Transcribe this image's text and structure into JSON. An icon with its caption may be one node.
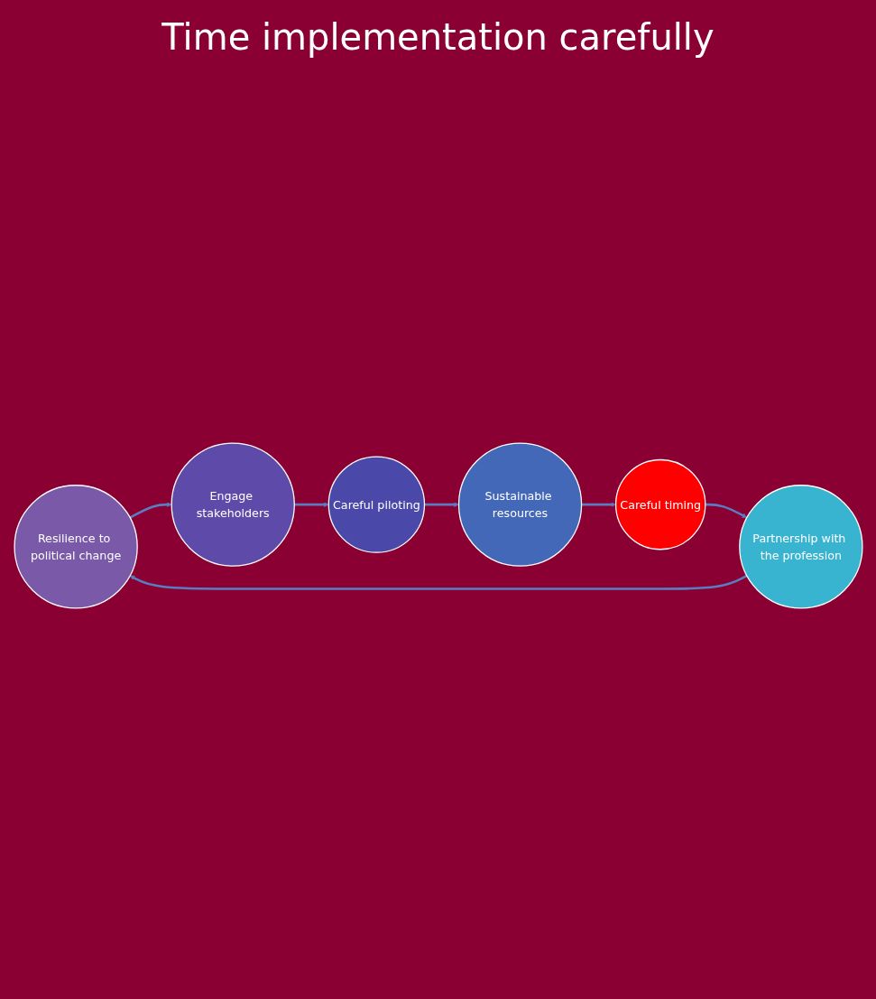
{
  "diagram": {
    "title": "Time implementation carefully",
    "nodes": [
      {
        "text": [
          "Resilience to political change"
        ]
      },
      {
        "text": [
          "Partnership with the profession"
        ]
      },
      {
        "text": [
          "Engage stakeholders"
        ]
      },
      {
        "text": [
          "Careful timing"
        ]
      },
      {
        "text": [
          "Careful piloting"
        ]
      },
      {
        "text": [
          "Sustainable resources"
        ]
      }
    ],
    "edges": [
      {
        "from": 0,
        "to": 2,
        "arrow": "to"
      },
      {
        "from": 2,
        "to": 4,
        "arrow": "to"
      },
      {
        "from": 4,
        "to": 5,
        "arrow": "to"
      },
      {
        "from": 5,
        "to": 3,
        "arrow": "to"
      },
      {
        "from": 3,
        "to": 1,
        "arrow": "to"
      },
      {
        "from": 1,
        "to": 0,
        "arrow": "to"
      }
    ]
  }
}
